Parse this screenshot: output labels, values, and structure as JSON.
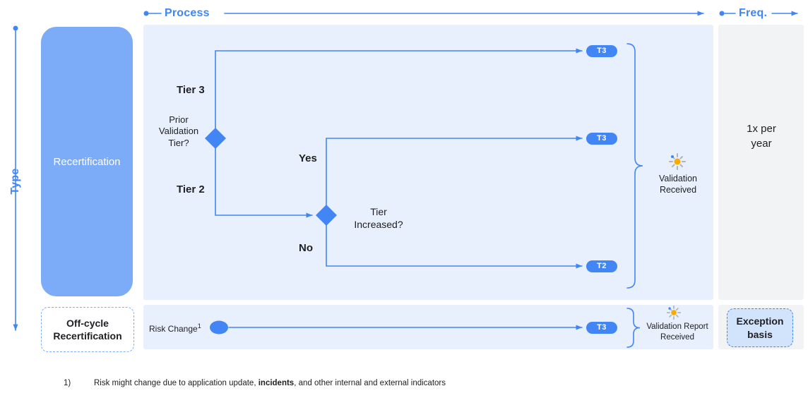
{
  "header": {
    "process_label": "Process",
    "freq_label": "Freq."
  },
  "type_axis": {
    "label": "Type"
  },
  "rows": {
    "recertification": {
      "label": "Recertification",
      "frequency": "1x per year"
    },
    "off_cycle": {
      "label": "Off-cycle Recertification",
      "frequency": "Exception basis"
    }
  },
  "flowchart": {
    "decision_prior_tier": "Prior Validation Tier?",
    "tier3_branch_label": "Tier 3",
    "tier2_branch_label": "Tier 2",
    "decision_tier_increased": "Tier Increased?",
    "yes_label": "Yes",
    "no_label": "No",
    "pill_top": "T3",
    "pill_middle": "T3",
    "pill_bottom": "T2",
    "outcome_label": "Validation Received"
  },
  "off_cycle_flow": {
    "trigger_label": "Risk Change",
    "trigger_superscript": "1",
    "pill": "T3",
    "outcome_label": "Validation Report Received"
  },
  "footnote": {
    "marker": "1)",
    "text_before": "Risk might change due to application update, ",
    "text_bold": "incidents",
    "text_after": ", and other internal and external indicators"
  },
  "colors": {
    "accent_blue": "#4285F4",
    "panel_blue": "#E8F0FE",
    "panel_gray": "#F1F3F4",
    "recert_fill": "#7CACF8",
    "exception_fill": "#D2E3FC",
    "icon_yellow": "#F9AB00"
  }
}
